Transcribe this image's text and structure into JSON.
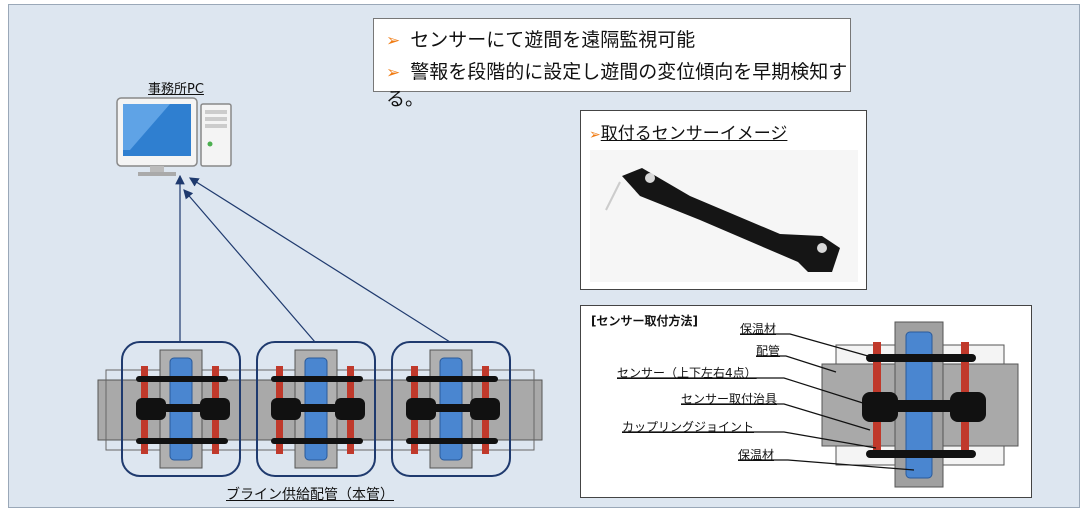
{
  "callout": {
    "bullets": [
      "センサーにて遊間を遠隔監視可能",
      "警報を段階的に設定し遊間の変位傾向を早期検知する。"
    ]
  },
  "pc_label": "事務所PC",
  "pipe_label": "ブライン供給配管（本管）",
  "sensor_image_title": "取付るセンサーイメージ",
  "method": {
    "title": "[センサー取付方法]",
    "labels": [
      "保温材",
      "配管",
      "センサー（上下左右4点）",
      "センサー取付治具",
      "カップリングジョイント",
      "保温材"
    ]
  },
  "colors": {
    "panel": "#dde6f0",
    "accent_orange": "#f07c14",
    "pipe_blue": "#4a86d0",
    "sensor_black": "#111111",
    "bolt_red": "#c0392b",
    "arrow_navy": "#1f3a6e"
  }
}
